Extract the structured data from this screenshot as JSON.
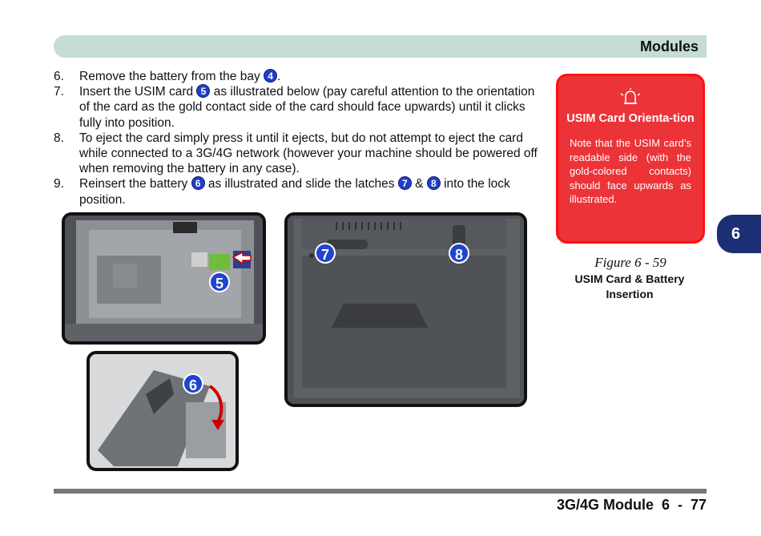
{
  "header": {
    "title": "Modules"
  },
  "steps": [
    {
      "num": "6.",
      "parts": [
        "Remove the battery from the bay ",
        "4",
        "."
      ]
    },
    {
      "num": "7.",
      "parts": [
        "Insert the USIM card ",
        "5",
        " as illustrated below (pay careful attention to the orientation of the card as the gold contact side of the card should face upwards) until it clicks fully into position."
      ]
    },
    {
      "num": "8.",
      "parts": [
        "To eject the card simply press it until it ejects, but do not attempt to eject the card while connected to a 3G/4G network (however your machine should be powered off when removing the battery in any case)."
      ]
    },
    {
      "num": "9.",
      "parts": [
        "Reinsert the battery ",
        "6",
        " as illustrated and slide the latches ",
        "7",
        " & ",
        "8",
        " into the lock position."
      ]
    }
  ],
  "markers": {
    "m5": "5",
    "m6": "6",
    "m7": "7",
    "m8": "8"
  },
  "note": {
    "icon": "alert-bell-icon",
    "title": "USIM Card Orienta-tion",
    "body": "Note that the USIM card’s readable side (with the gold-colored contacts) should face upwards as illustrated."
  },
  "figure": {
    "label": "Figure 6 - 59",
    "caption": "USIM Card & Battery Insertion"
  },
  "chapter_tab": "6",
  "footer": {
    "text": "3G/4G Module  6  -  77"
  },
  "colors": {
    "accent_blue": "#1f3fc8",
    "note_red": "#ec3338",
    "header_teal": "#c5ddd6",
    "tab_navy": "#1d2f74"
  }
}
